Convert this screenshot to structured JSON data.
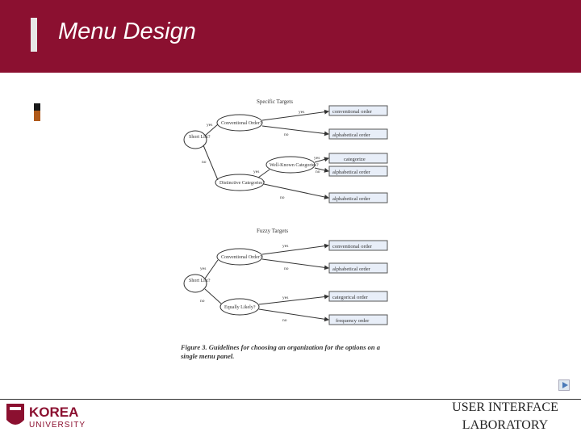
{
  "slide": {
    "title": "Menu Design"
  },
  "figure": {
    "specific": {
      "heading": "Specific Targets",
      "short_list": "Short List?",
      "conventional": "Conventional Order?",
      "well_known": "Well-Known Categories?",
      "distinctive": "Distinctive Categories?",
      "yes": "yes",
      "no": "no",
      "out_conventional": "conventional order",
      "out_alpha1": "alphabetical order",
      "out_categorize": "categorize",
      "out_alpha2": "alphabetical order",
      "out_alpha3": "alphabetical order"
    },
    "fuzzy": {
      "heading": "Fuzzy Targets",
      "short_list": "Short List?",
      "conventional": "Conventional Order?",
      "equally_likely": "Equally Likely?",
      "yes": "yes",
      "no": "no",
      "out_conventional": "conventional order",
      "out_alpha": "alphabetical order",
      "out_categorical": "categorical order",
      "out_frequency": "frequency order"
    },
    "caption_bold": "Figure 3. Guidelines for choosing an organization for the options on a single menu panel."
  },
  "footer": {
    "logo_korea": "KOREA",
    "logo_university": "UNIVERSITY",
    "lab_line1": "USER INTERFACE",
    "lab_line2": "LABORATORY"
  },
  "colors": {
    "header": "#8b1030",
    "box_fill": "#e8eef8"
  }
}
